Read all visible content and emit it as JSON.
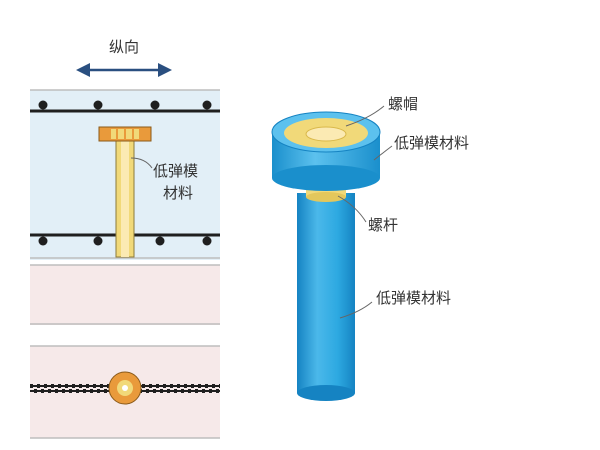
{
  "labels": {
    "direction": "纵向",
    "left_material_line1": "低弹模",
    "left_material_line2": "材料",
    "nut": "螺帽",
    "nut_material": "低弹模材料",
    "bolt": "螺杆",
    "bolt_material": "低弹模材料"
  },
  "colors": {
    "panel_fill": "#e2eff7",
    "pink_fill": "#f6e9e9",
    "bar_dark": "#1f1f1f",
    "bolt_blue": "#2da9e1",
    "bolt_blue_light": "#62c3ee",
    "bolt_blue_dark": "#1583c2",
    "yellow": "#f1d979",
    "yellow_light": "#fbeab3",
    "orange": "#e99a3b",
    "arrow_blue": "#2a4f80",
    "leader": "#666666"
  },
  "icons": {
    "direction_arrow": "double-headed-arrow-icon",
    "anchor_ring": "ring-icon"
  }
}
